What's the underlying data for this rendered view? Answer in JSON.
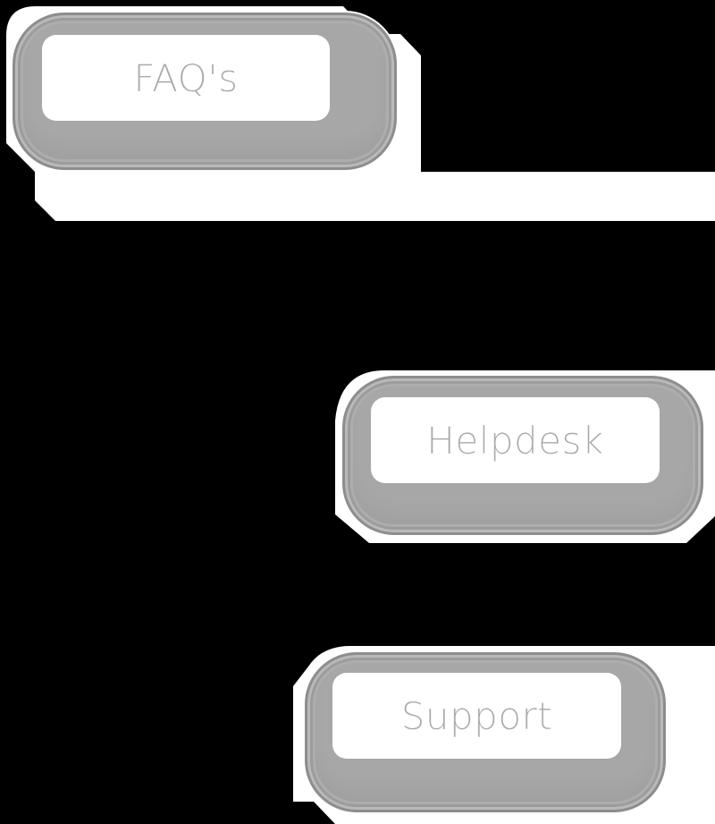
{
  "background_color": "#000000",
  "halo_color": "#ffffff",
  "buttons": [
    {
      "id": "faq",
      "label": "FAQ's"
    },
    {
      "id": "helpdesk",
      "label": "Helpdesk"
    },
    {
      "id": "support",
      "label": "Support"
    }
  ],
  "colors": {
    "button_ring": "#a7a7a7",
    "button_face": "#ffffff",
    "label_text": "#a9a9a9"
  }
}
